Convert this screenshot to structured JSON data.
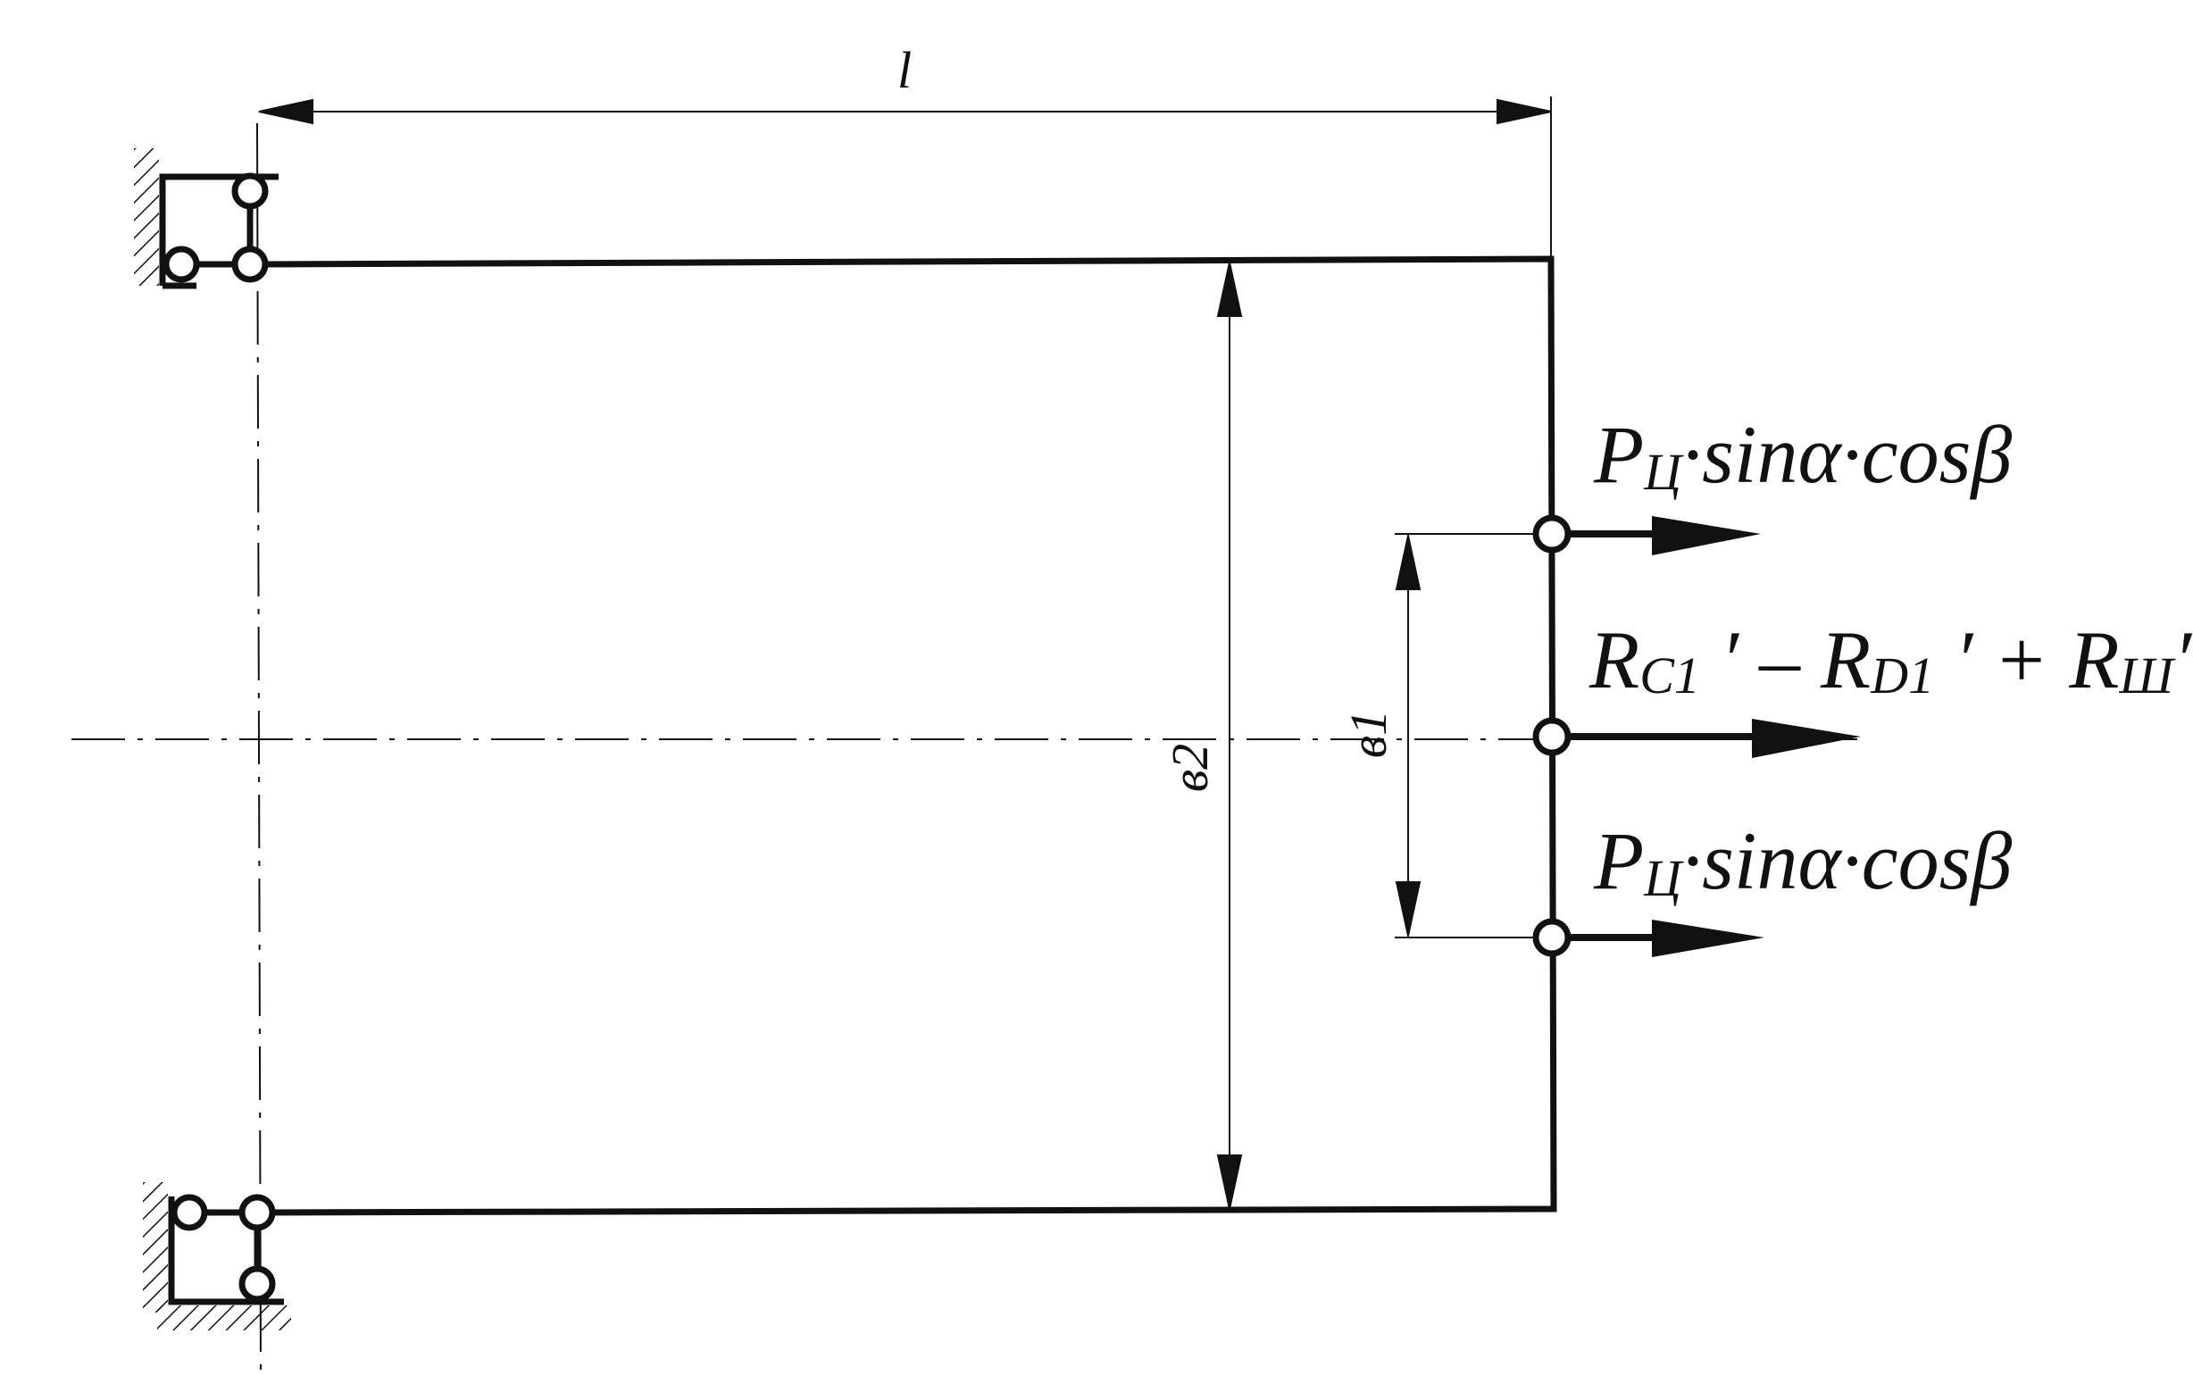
{
  "dimensions": {
    "length_label": "l",
    "width_outer_label": "в2",
    "width_inner_label": "в1"
  },
  "forces": {
    "top": {
      "main": "P",
      "sub": "Ц",
      "expr": "·sinα·cosβ"
    },
    "middle": {
      "r1": "R",
      "r1_sub": "C1",
      "op1": " ′ – ",
      "r2": "R",
      "r2_sub": "D1",
      "op2": " ′ + ",
      "r3": "R",
      "r3_sub": "Ш",
      "tail": "′"
    },
    "bottom": {
      "main": "P",
      "sub": "Ц",
      "expr": "·sinα·cosβ"
    }
  },
  "colors": {
    "line": "#111111",
    "paper": "#ffffff"
  }
}
